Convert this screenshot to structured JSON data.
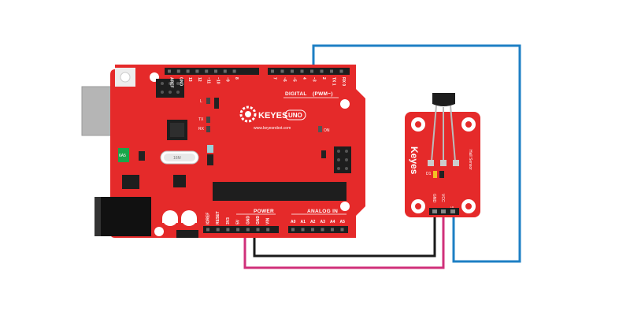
{
  "colors": {
    "board": "#e52a2a",
    "board_dark": "#b81f1f",
    "wire_blue": "#1d7fc4",
    "wire_black": "#1a1a1a",
    "wire_magenta": "#d0307a",
    "header": "#1e1e1e",
    "usb": "#b5b5b5",
    "jack": "#111111"
  },
  "arduino": {
    "brand": "KEYES",
    "model": "UNO",
    "url": "www.keyesrobot.com",
    "digital_label": "DIGITAL",
    "pwm_label": "(PWM~)",
    "power_label": "POWER",
    "analog_label": "ANALOG IN",
    "on_label": "ON",
    "tx_label": "TX",
    "rx_label": "RX",
    "l_label": "L",
    "crystal_label": "16M",
    "top_pins": [
      "AREF",
      "GND",
      "13",
      "12",
      "~11",
      "~10",
      "~9",
      "8",
      "7",
      "~6",
      "~5",
      "4",
      "~3",
      "2",
      "TX 1",
      "RX 0"
    ],
    "power_pins": [
      "IOREF",
      "RESET",
      "3V3",
      "5V",
      "GND",
      "GND",
      "VIN"
    ],
    "analog_pins": [
      "A0",
      "A1",
      "A2",
      "A3",
      "A4",
      "A5"
    ]
  },
  "sensor": {
    "brand": "Keyes",
    "title": "Hall Sensor",
    "led_label": "D1",
    "pins": [
      "GND",
      "VCC",
      "S"
    ]
  },
  "icons": [
    "usb-port-icon",
    "power-jack-icon",
    "reset-button-icon",
    "gear-logo-icon",
    "hall-sensor-chip-icon",
    "mounting-hole-icon"
  ]
}
